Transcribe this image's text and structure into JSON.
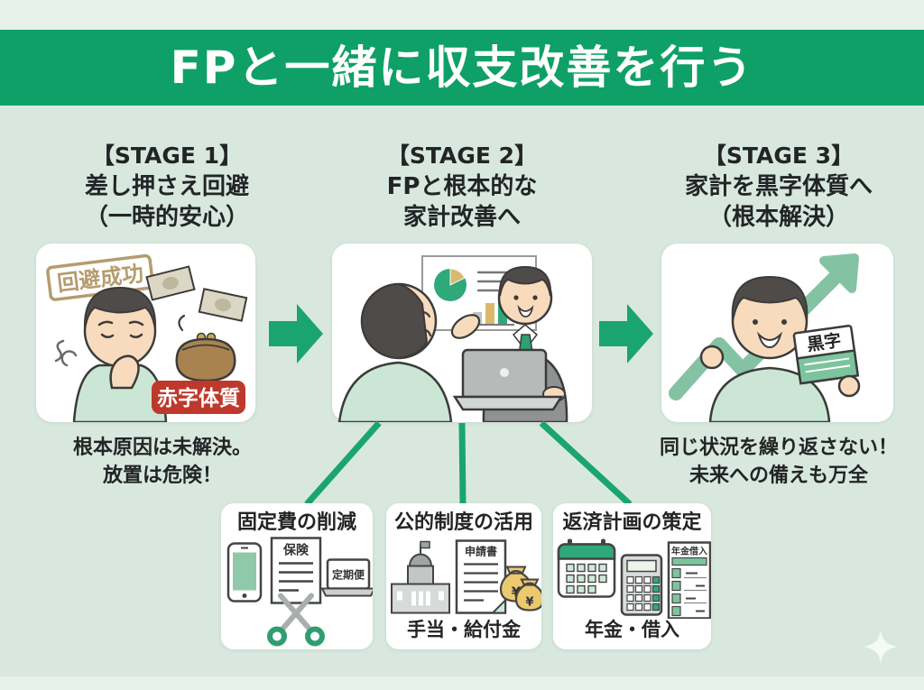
{
  "title": "FPと一緒に収支改善を行う",
  "stages": [
    {
      "heading": "【STAGE 1】",
      "sub1": "差し押さえ回避",
      "sub2": "（一時的安心）",
      "stamp": "回避成功",
      "badge": "赤字体質",
      "caption1": "根本原因は未解決。",
      "caption2": "放置は危険！"
    },
    {
      "heading": "【STAGE 2】",
      "sub1": "FPと根本的な",
      "sub2": "家計改善へ"
    },
    {
      "heading": "【STAGE 3】",
      "sub1": "家計を黒字体質へ",
      "sub2": "（根本解決）",
      "passbook": "黒字",
      "caption1": "同じ状況を繰り返さない！",
      "caption2": "未来への備えも万全"
    }
  ],
  "actions": [
    {
      "title": "固定費の削減",
      "doc_label": "保険",
      "laptop_label": "定期便"
    },
    {
      "title": "公的制度の活用",
      "doc_label": "申請書",
      "bag_label": "¥",
      "caption": "手当・給付金"
    },
    {
      "title": "返済計画の策定",
      "sheet_label": "年金借入",
      "caption": "年金・借入"
    }
  ],
  "colors": {
    "banner_green": "#0FA067",
    "arrow_green": "#1BA56E",
    "connector_green": "#1BA56E",
    "background": "#D8E8DF",
    "background_light": "#E7F1EC",
    "card_white": "#FFFFFF",
    "text_dark": "#222426",
    "badge_red": "#BE392C",
    "stamp_brown": "#B59C6D",
    "trend_arrow_green": "#84C2A4",
    "shirt_green": "#CBE6D5",
    "tie_green": "#2CA172",
    "money_bag_yellow": "#ECC96F",
    "purse_brown": "#A9834F"
  },
  "icons": {
    "stage1": [
      "avoidance-stamp",
      "sigh-puffs",
      "worried-man",
      "flying-bills",
      "coin-purse",
      "deficit-badge"
    ],
    "stage2": [
      "chart-board",
      "pie-chart",
      "bar-chart",
      "client-back",
      "fp-advisor",
      "laptop"
    ],
    "stage3": [
      "growth-arrow",
      "happy-man",
      "raised-fist",
      "surplus-passbook"
    ],
    "action1": [
      "smartphone",
      "insurance-document",
      "scissors",
      "subscription-laptop"
    ],
    "action2": [
      "government-building",
      "application-form",
      "money-bags"
    ],
    "action3": [
      "calendar",
      "calculator",
      "loan-table"
    ],
    "decor": [
      "sparkle"
    ]
  }
}
